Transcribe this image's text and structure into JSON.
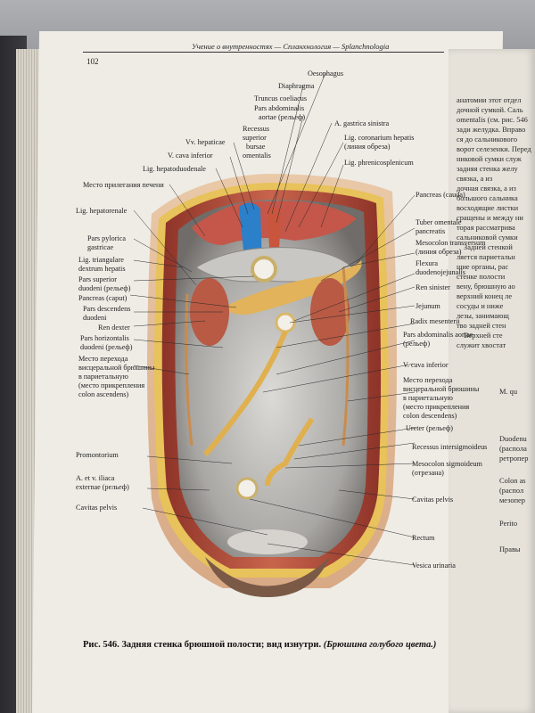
{
  "header": {
    "page_number": "102",
    "running_head": "Учение о внутренностях — Спланхнология — Splanchnologia"
  },
  "labels_top": {
    "oesophagus": "Oesophagus",
    "diaphragma": "Diaphragma",
    "truncus": "Truncus coeliacus",
    "pars_abd_aortae_1": "Pars abdominalis",
    "pars_abd_aortae_2": "aortae (рельеф)",
    "recessus_1": "Recessus",
    "recessus_2": "superior",
    "recessus_3": "bursae",
    "recessus_4": "omentalis",
    "a_gastrica": "A. gastrica sinistra",
    "lig_coronarium_1": "Lig. coronarium hepatis",
    "lig_coronarium_2": "(линия обреза)",
    "lig_phrenico": "Lig. phrenicosplenicum",
    "vv_hepaticae": "Vv. hepaticae",
    "v_cava_inf_top": "V. cava inferior",
    "lig_hepatoduod": "Lig. hepatoduodenale",
    "mesto_prileg": "Место прилегания печени"
  },
  "labels_left": {
    "lig_hepatorenale": "Lig. hepatorenale",
    "pars_pylorica_1": "Pars pylorica",
    "pars_pylorica_2": "gastricae",
    "lig_triang_1": "Lig. triangulare",
    "lig_triang_2": "dextrum hepatis",
    "pars_sup_1": "Pars superior",
    "pars_sup_2": "duodeni (рельеф)",
    "pancreas_caput": "Pancreas (caput)",
    "pars_desc_1": "Pars descendens",
    "pars_desc_2": "duodeni",
    "ren_dexter": "Ren dexter",
    "pars_horiz_1": "Pars horizontalis",
    "pars_horiz_2": "duodeni (рельеф)",
    "mesto_asc_1": "Место перехода",
    "mesto_asc_2": "висцеральной брюшины",
    "mesto_asc_3": "в париетальную",
    "mesto_asc_4": "(место прикрепления",
    "mesto_asc_5": "colon ascendens)",
    "promontorium": "Promontorium",
    "iliaca_1": "A. et v. iliaca",
    "iliaca_2": "externae (рельеф)",
    "cavitas_pelvis_left": "Cavitas pelvis"
  },
  "labels_right": {
    "pancreas_cauda": "Pancreas (cauda)",
    "tuber_1": "Tuber omentale",
    "tuber_2": "pancreatis",
    "mesocolon_tr_1": "Mesocolon transversum",
    "mesocolon_tr_2": "(линия обреза)",
    "flexura_1": "Flexura",
    "flexura_2": "duodenojejunalis",
    "ren_sinister": "Ren sinister",
    "jejunum": "Jejunum",
    "radix": "Radix mesenterii",
    "pars_abd_aortae_r1": "Pars abdominalis aortae",
    "pars_abd_aortae_r2": "(рельеф)",
    "v_cava_inf_r": "V. cava inferior",
    "mesto_desc_1": "Место перехода",
    "mesto_desc_2": "висцеральной брюшины",
    "mesto_desc_3": "в париетальную",
    "mesto_desc_4": "(место прикрепления",
    "mesto_desc_5": "colon descendens)",
    "ureter": "Ureter (рельеф)",
    "recessus_inter": "Recessus intersigmoideus",
    "mesocolon_sig_1": "Mesocolon sigmoideum",
    "mesocolon_sig_2": "(отрезана)",
    "cavitas_pelvis_r": "Cavitas pelvis",
    "rectum": "Rectum",
    "vesica": "Vesica urinaria"
  },
  "right_page": {
    "l1": "анатомии этот отдел",
    "l2": "дочной сумкой. Саль",
    "l3": "omentalis (см. рис. 546",
    "l4": "зади желудка. Вправо",
    "l5": "ся до сальникового",
    "l6": "ворот селезенки. Перед",
    "l7": "никовой сумки служ",
    "l8": "задняя стенка желу",
    "l9": "связка, а из",
    "l10": "дочная связка, а из",
    "l11": "большого сальника",
    "l12": "восходящие листки",
    "l13": "сращены и между ни",
    "l14": "торая рассматрива",
    "l15": "сальниковой сумки",
    "l16": "Задней стенкой",
    "l17": "ляется париетальн",
    "l18": "щие органы, рас",
    "l19": "стенке полости",
    "l20": "вену, брюшную ао",
    "l21": "верхний конец ле",
    "l22": "сосуды и ниже",
    "l23": "лезы, занимающ",
    "l24": "тво задней стен",
    "l25": "Верхней сте",
    "l26": "служит хвостат",
    "t1": "M. qu",
    "t2": "Duodenu",
    "t3": "(распола",
    "t4": "ретропер",
    "t5": "Colon as",
    "t6": "(распол",
    "t7": "мезопер",
    "t8": "Perito",
    "t9": "Правы"
  },
  "caption": {
    "label": "Рис. 546.",
    "text": " Задняя стенка брюшной полости; вид изнутри. ",
    "italic": "(Брюшина голубого цвета.)"
  },
  "colors": {
    "page": "#efece6",
    "peritoneum_blue": "#2c7fc9",
    "muscle": "#b4503c",
    "fat": "#e8c25a",
    "grey_peritoneum": "#b9b7b4"
  }
}
